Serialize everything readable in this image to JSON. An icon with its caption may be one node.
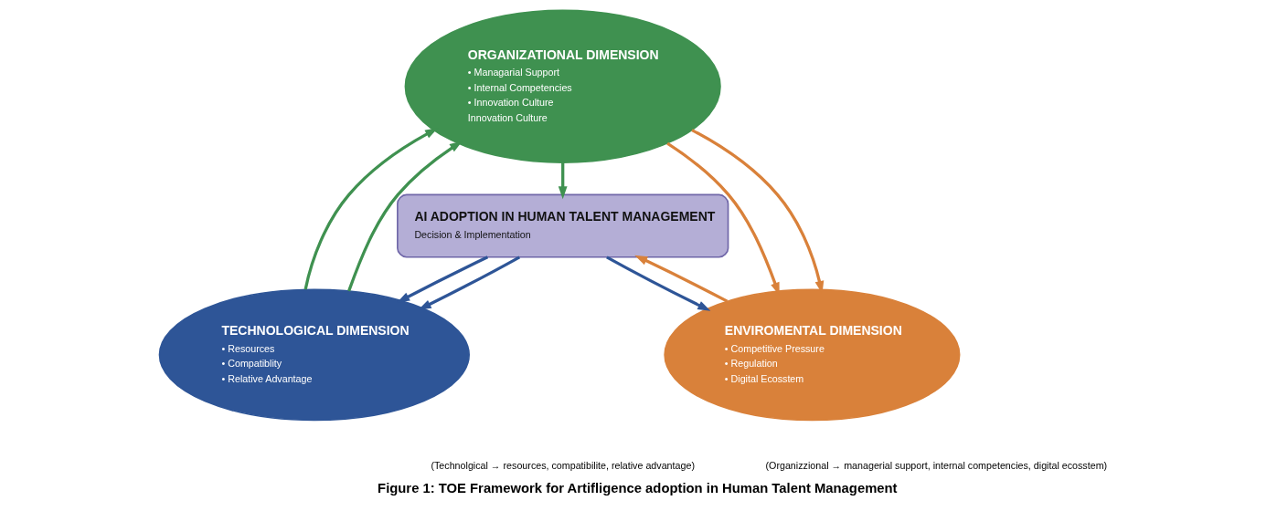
{
  "diagram": {
    "caption": "Figure 1: TOE Framework for Artifligence adoption in Human Talent Management",
    "nodes": [
      {
        "text": [
          "ORGANIZATIONAL DIMENSION",
          "• Managarial Support",
          "• Internal Competencies",
          "• Innovation Culture",
          "Innovation Culture"
        ]
      },
      {
        "text": [
          "TECHNOLOGICAL DIMENSION",
          "• Resources",
          "• Compatiblity",
          "• Relative Advantage"
        ]
      },
      {
        "text": [
          "AI ADOPTION IN HUMAN TALENT MANAGEMENT",
          "Decision & Implementation"
        ]
      },
      {
        "text": [
          "ENVIROMENTAL DIMENSION",
          "• Competitive Pressure",
          "• Regulation",
          "• Digital Ecosstem"
        ]
      }
    ],
    "edges": [
      {
        "from": 1,
        "to": 0,
        "arrow": "to",
        "color": "#3f9150"
      },
      {
        "from": 1,
        "to": 0,
        "arrow": "to",
        "color": "#3f9150"
      },
      {
        "from": 0,
        "to": 3,
        "arrow": "to",
        "color": "#d9813a"
      },
      {
        "from": 0,
        "to": 3,
        "arrow": "to",
        "color": "#d9813a"
      },
      {
        "from": 0,
        "to": 2,
        "arrow": "to",
        "color": "#3f9150"
      },
      {
        "from": 2,
        "to": 1,
        "arrow": "to",
        "color": "#2e5597"
      },
      {
        "from": 2,
        "to": 1,
        "arrow": "to",
        "color": "#2e5597"
      },
      {
        "from": 2,
        "to": 3,
        "arrow": "to",
        "color": "#2e5597"
      },
      {
        "from": 3,
        "to": 2,
        "arrow": "to",
        "color": "#d9813a"
      }
    ],
    "labels": [
      "(Technolgical → resources, compatibilite, relative advantage)",
      "(Organizzional → managerial support, internal competencies, digital ecosstem)"
    ]
  }
}
